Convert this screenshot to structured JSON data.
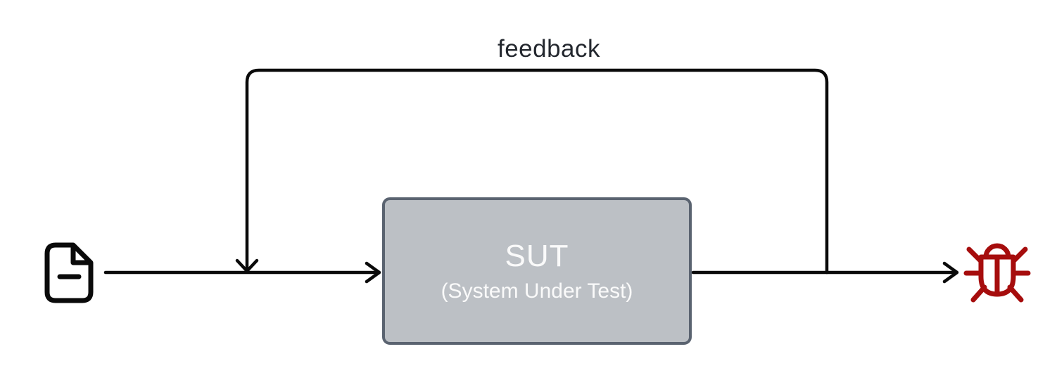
{
  "diagram": {
    "feedback_label": "feedback",
    "sut_box": {
      "title": "SUT",
      "subtitle": "(System Under Test)"
    },
    "icons": {
      "input": "document-icon",
      "output": "bug-icon"
    },
    "colors": {
      "line": "#0a0a0a",
      "feedback_text": "#23272e",
      "box_fill": "#bcc0c5",
      "box_border": "#5a6370",
      "box_text": "#fafafa",
      "document": "#0a0a0a",
      "bug": "#a60d0d"
    }
  }
}
